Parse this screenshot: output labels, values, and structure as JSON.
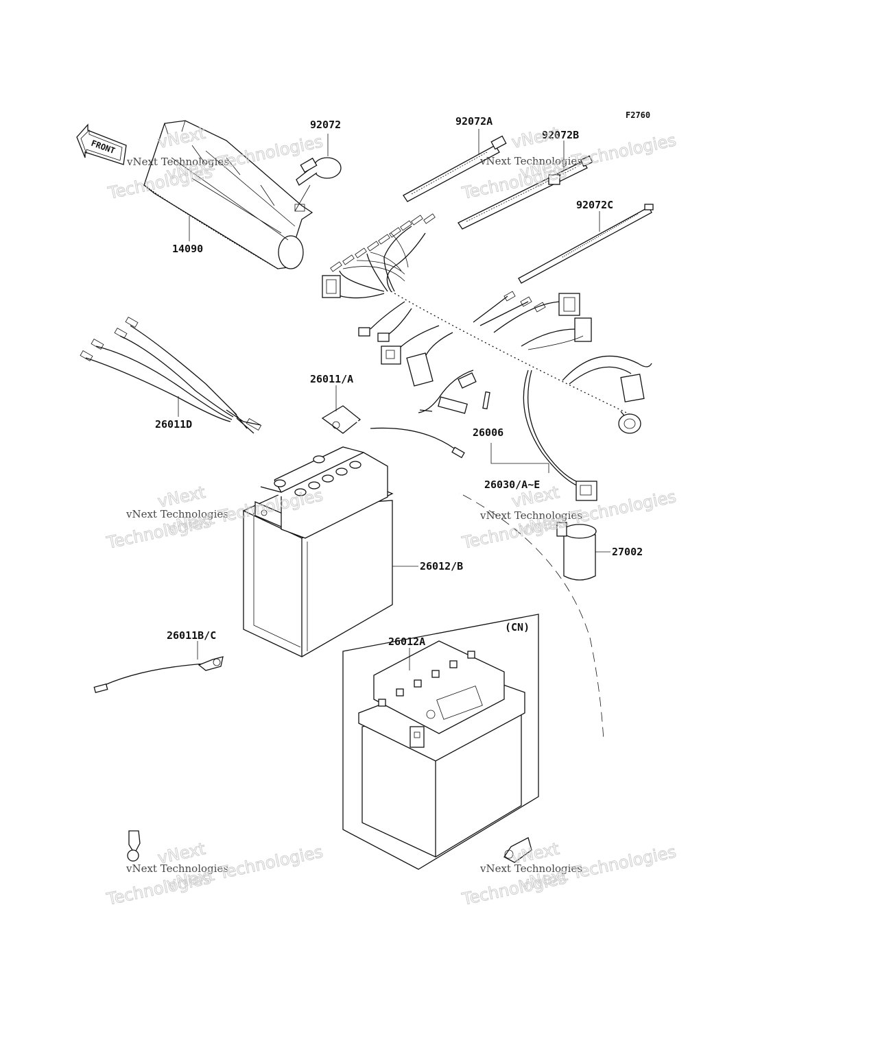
{
  "figure_code": "F2760",
  "front_arrow_label": "FRONT",
  "variant_note": "(CN)",
  "watermark": {
    "line1": "vNext Technologies",
    "line2": "Technologies",
    "line3": "vNext"
  },
  "parts": [
    {
      "id": "p14090",
      "label": "14090"
    },
    {
      "id": "p92072",
      "label": "92072"
    },
    {
      "id": "p92072A",
      "label": "92072A"
    },
    {
      "id": "p92072B",
      "label": "92072B"
    },
    {
      "id": "p92072C",
      "label": "92072C"
    },
    {
      "id": "p26011D",
      "label": "26011D"
    },
    {
      "id": "p26011A",
      "label": "26011/A"
    },
    {
      "id": "p26006",
      "label": "26006"
    },
    {
      "id": "p26030",
      "label": "26030/A~E"
    },
    {
      "id": "p27002",
      "label": "27002"
    },
    {
      "id": "p26012B",
      "label": "26012/B"
    },
    {
      "id": "p26011BC",
      "label": "26011B/C"
    },
    {
      "id": "p26012A",
      "label": "26012A"
    }
  ]
}
